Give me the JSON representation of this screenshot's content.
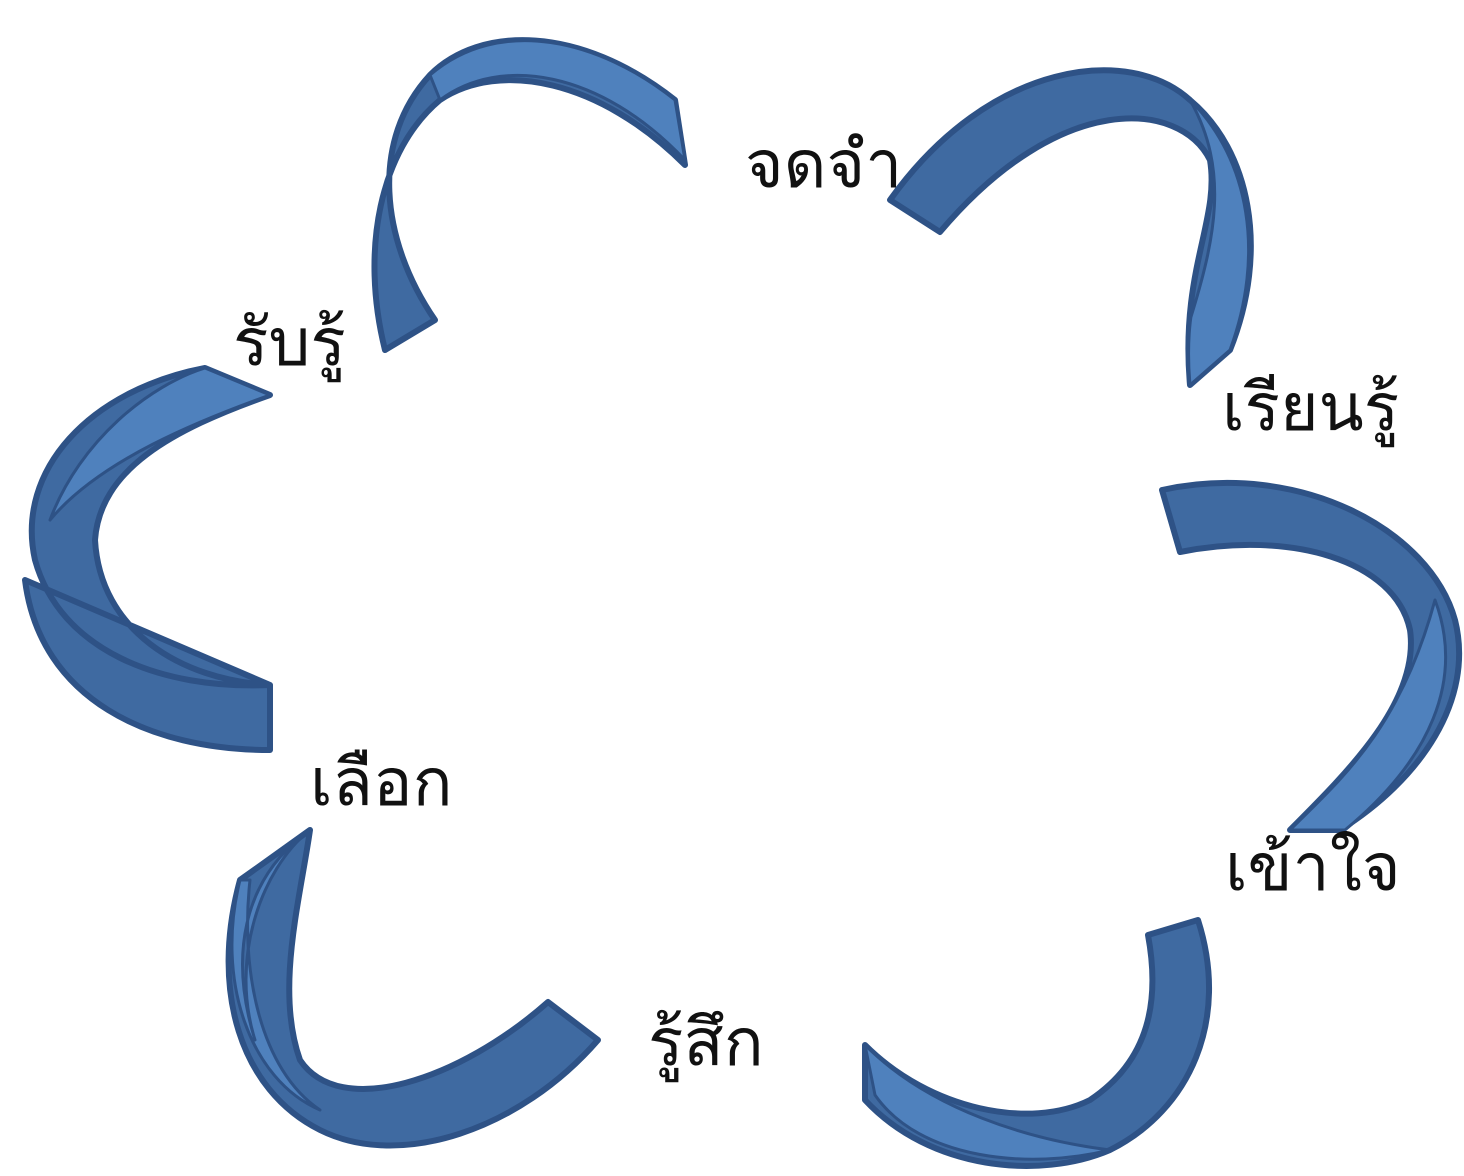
{
  "diagram": {
    "type": "cycle",
    "colors": {
      "arrow_fill": "#4f81bd",
      "arrow_dark": "#3f6aa1",
      "arrow_outline": "#2e5286",
      "text": "#111111"
    },
    "stages": [
      {
        "id": "remember",
        "label": "จดจำ"
      },
      {
        "id": "learn",
        "label": "เรียนรู้"
      },
      {
        "id": "understand",
        "label": "เข้าใจ"
      },
      {
        "id": "feel",
        "label": "รู้สึก"
      },
      {
        "id": "choose",
        "label": "เลือก"
      },
      {
        "id": "perceive",
        "label": "รับรู้"
      }
    ]
  }
}
